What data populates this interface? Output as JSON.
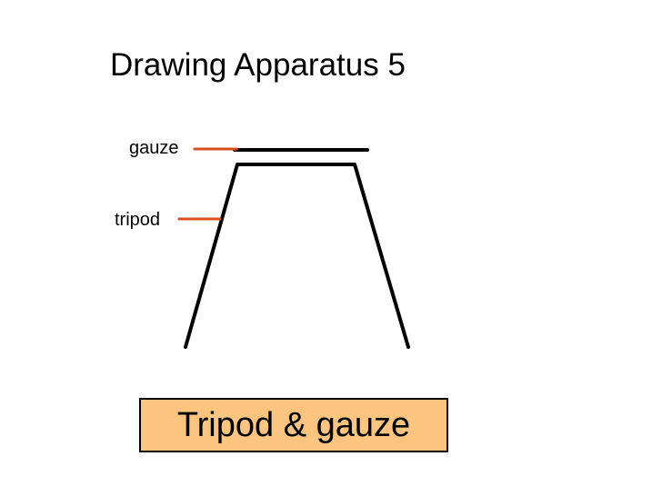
{
  "slide": {
    "title": "Drawing Apparatus 5",
    "labels": {
      "gauze": "gauze",
      "tripod": "tripod"
    },
    "caption": "Tripod & gauze"
  },
  "colors": {
    "pointer_line": "#d9501e",
    "apparatus_line": "#000000",
    "caption_fill": "#fbc57f"
  }
}
